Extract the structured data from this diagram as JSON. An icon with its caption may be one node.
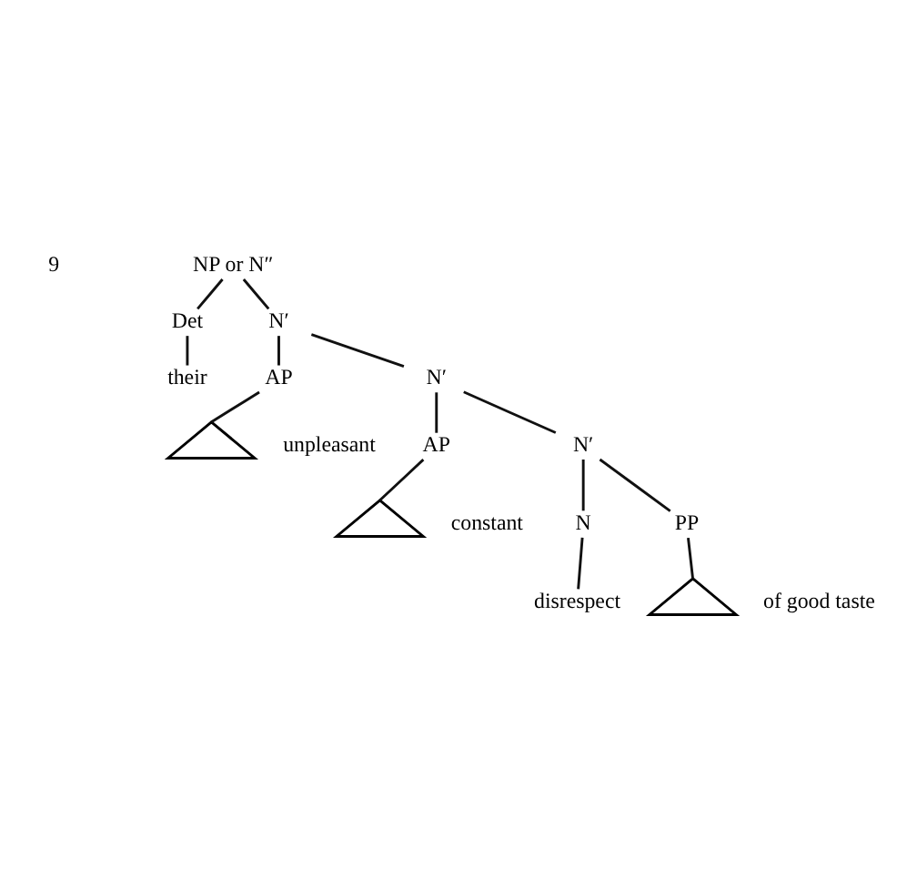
{
  "diagram": {
    "nodes": [
      {
        "text": [
          "NP or N″"
        ]
      },
      {
        "text": [
          "Det"
        ]
      },
      {
        "text": [
          "N′"
        ]
      },
      {
        "text": [
          "their"
        ]
      },
      {
        "text": [
          "AP"
        ]
      },
      {
        "text": [
          "N′"
        ]
      },
      {
        "text": [],
        "shape": "triangle",
        "beside": [
          "unpleasant"
        ]
      },
      {
        "text": [
          "AP"
        ]
      },
      {
        "text": [
          "N′"
        ]
      },
      {
        "text": [],
        "shape": "triangle",
        "beside": [
          "constant"
        ]
      },
      {
        "text": [
          "N"
        ]
      },
      {
        "text": [
          "PP"
        ]
      },
      {
        "text": [
          "disrespect"
        ]
      },
      {
        "text": [],
        "shape": "triangle",
        "beside": [
          "of good taste"
        ]
      }
    ],
    "edges": [
      {
        "from": 0,
        "to": 1,
        "arrow": "none"
      },
      {
        "from": 0,
        "to": 2,
        "arrow": "none"
      },
      {
        "from": 1,
        "to": 3,
        "arrow": "none"
      },
      {
        "from": 2,
        "to": 4,
        "arrow": "none"
      },
      {
        "from": 2,
        "to": 5,
        "arrow": "none"
      },
      {
        "from": 4,
        "to": 6,
        "arrow": "none"
      },
      {
        "from": 5,
        "to": 7,
        "arrow": "none"
      },
      {
        "from": 5,
        "to": 8,
        "arrow": "none"
      },
      {
        "from": 7,
        "to": 9,
        "arrow": "none"
      },
      {
        "from": 8,
        "to": 10,
        "arrow": "none"
      },
      {
        "from": 8,
        "to": 11,
        "arrow": "none"
      },
      {
        "from": 10,
        "to": 12,
        "arrow": "none"
      },
      {
        "from": 11,
        "to": 13,
        "arrow": "none"
      }
    ],
    "labels": [
      "9"
    ]
  }
}
